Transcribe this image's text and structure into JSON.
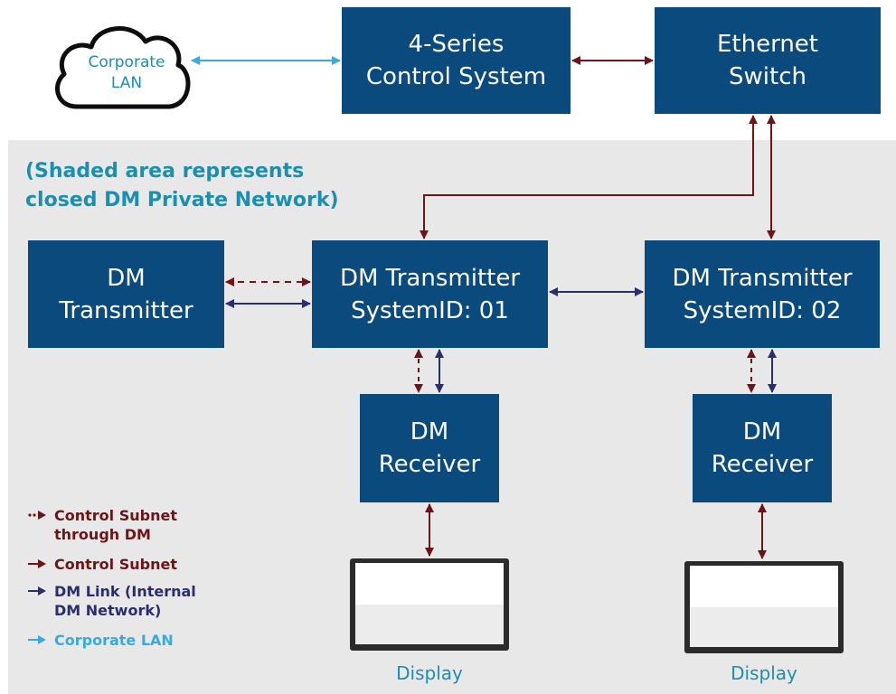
{
  "colors": {
    "box_fill": "#0b4a7d",
    "control_subnet": "#6b1518",
    "dm_link": "#2a2d6e",
    "corporate_lan": "#3aa9dc",
    "shaded_area": "#e8e8e8",
    "accent_text": "#1b8fb0"
  },
  "cloud": {
    "line1": "Corporate",
    "line2": "LAN"
  },
  "control_system": {
    "line1": "4-Series",
    "line2": "Control System"
  },
  "ethernet_switch": {
    "line1": "Ethernet",
    "line2": "Switch"
  },
  "note": {
    "line1": "(Shaded area represents",
    "line2": "closed DM Private Network)"
  },
  "dm_transmitter": {
    "line1": "DM",
    "line2": "Transmitter"
  },
  "dm_transmitter_01": {
    "line1": "DM Transmitter",
    "line2": "SystemID: 01"
  },
  "dm_transmitter_02": {
    "line1": "DM Transmitter",
    "line2": "SystemID: 02"
  },
  "dm_receiver_1": {
    "line1": "DM",
    "line2": "Receiver"
  },
  "dm_receiver_2": {
    "line1": "DM",
    "line2": "Receiver"
  },
  "display_1": {
    "label": "Display"
  },
  "display_2": {
    "label": "Display"
  },
  "legend": {
    "control_subnet_through_dm": {
      "line1": "Control Subnet",
      "line2": "through DM"
    },
    "control_subnet": {
      "line1": "Control Subnet"
    },
    "dm_link": {
      "line1": "DM Link (Internal",
      "line2": "DM Network)"
    },
    "corporate_lan": {
      "line1": "Corporate LAN"
    }
  }
}
